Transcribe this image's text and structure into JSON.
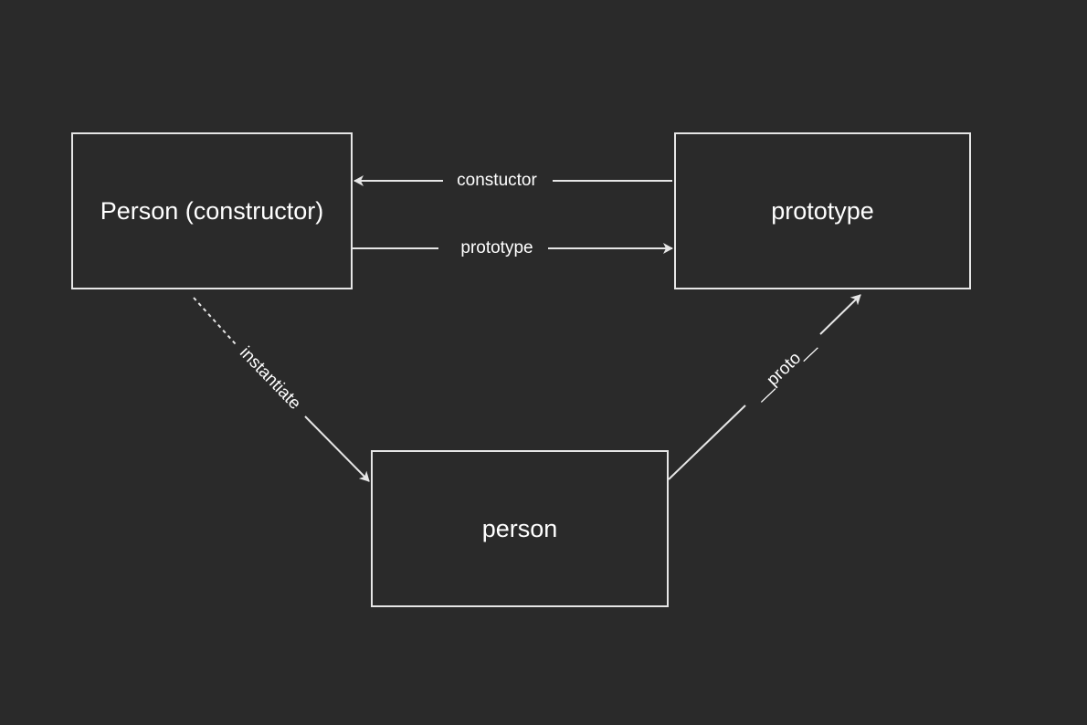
{
  "diagram": {
    "nodes": {
      "constructor": "Person (constructor)",
      "prototype": "prototype",
      "person": "person"
    },
    "edges": {
      "constructor_label": "constuctor",
      "prototype_label": "prototype",
      "instantiate_label": "instantiate",
      "proto_label": "__proto__"
    },
    "colors": {
      "background": "#2a2a2a",
      "stroke": "#e6e6e6",
      "text": "#ffffff"
    }
  }
}
